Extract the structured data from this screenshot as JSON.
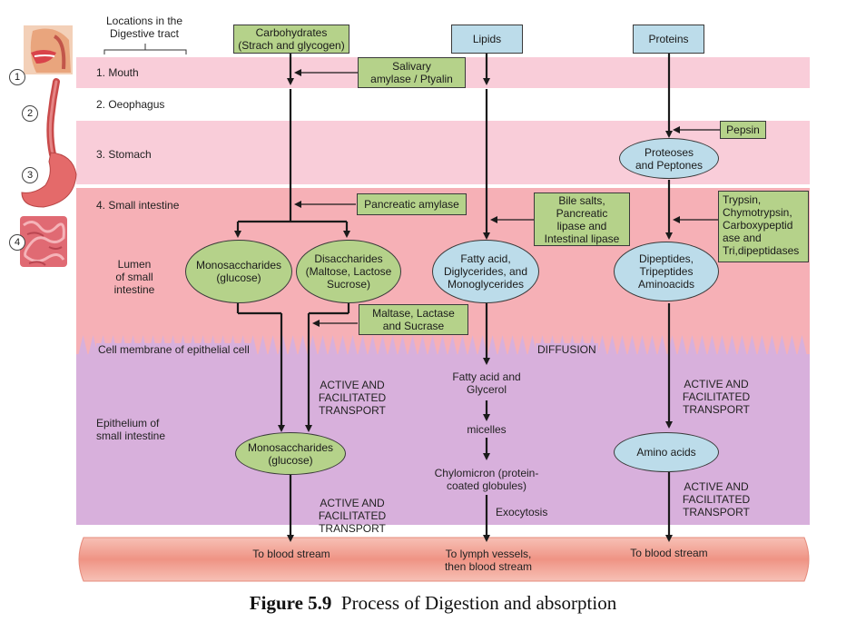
{
  "header": {
    "locations_label": "Locations in the\nDigestive tract"
  },
  "columns": {
    "carbohydrates": "Carbohydrates\n(Strach and glycogen)",
    "lipids": "Lipids",
    "proteins": "Proteins"
  },
  "organs": [
    {
      "num": "1",
      "icon": "mouth-face-icon"
    },
    {
      "num": "2",
      "icon": "oesophagus-icon"
    },
    {
      "num": "3",
      "icon": "stomach-icon"
    },
    {
      "num": "4",
      "icon": "small-intestine-icon"
    }
  ],
  "locations": {
    "mouth": "1. Mouth",
    "oesophagus": "2. Oeophagus",
    "stomach": "3. Stomach",
    "small_intestine": "4. Small intestine",
    "lumen": "Lumen\nof small\nintestine",
    "cell_membrane": "Cell membrane of epithelial cell",
    "epithelium": "Epithelium of\nsmall intestine"
  },
  "enzymes": {
    "salivary": "Salivary\namylase / Ptyalin",
    "pepsin": "Pepsin",
    "pancreatic_amylase": "Pancreatic amylase",
    "bile": "Bile salts,\nPancreatic\nlipase and\nIntestinal lipase",
    "trypsin": "Trypsin,\nChymotrypsin,\nCarboxypeptid\nase and\nTri,dipeptidases",
    "maltase": "Maltase, Lactase\nand Sucrase"
  },
  "products": {
    "proteoses": "Proteoses\nand Peptones",
    "monosaccharides_lumen": "Monosaccharides\n(glucose)",
    "disaccharides": "Disaccharides\n(Maltose, Lactose\nSucrose)",
    "fatty_acid_lumen": "Fatty acid,\nDiglycerides, and\nMonoglycerides",
    "dipeptides": "Dipeptides,\nTripeptides\nAminoacids",
    "monosaccharides_epi": "Monosaccharides\n(glucose)",
    "amino_acids": "Amino acids"
  },
  "transport": {
    "diffusion": "DIFFUSION",
    "active_carb_1": "ACTIVE AND\nFACILITATED\nTRANSPORT",
    "active_carb_2": "ACTIVE AND\nFACILITATED\nTRANSPORT",
    "active_prot_1": "ACTIVE AND\nFACILITATED\nTRANSPORT",
    "active_prot_2": "ACTIVE AND\nFACILITATED\nTRANSPORT",
    "fatty_glycerol": "Fatty acid and\nGlycerol",
    "micelles": "micelles",
    "chylomicron": "Chylomicron (protein-\ncoated globules)",
    "exocytosis": "Exocytosis"
  },
  "destinations": {
    "carb": "To blood stream",
    "lipid": "To lymph vessels,\nthen blood stream",
    "protein": "To blood stream"
  },
  "caption": {
    "figure": "Figure 5.9",
    "title": "Process of Digestion and absorption"
  },
  "colors": {
    "mouth_band": "#f9cdd9",
    "stomach_band": "#f9cdd9",
    "intestine_band": "#f7b1b8",
    "epithelium_band": "#d8b0dc",
    "blood_vessel": "#f2a49a",
    "enzyme_box": "#b5d28a",
    "nutrient_box": "#bcdcea"
  }
}
